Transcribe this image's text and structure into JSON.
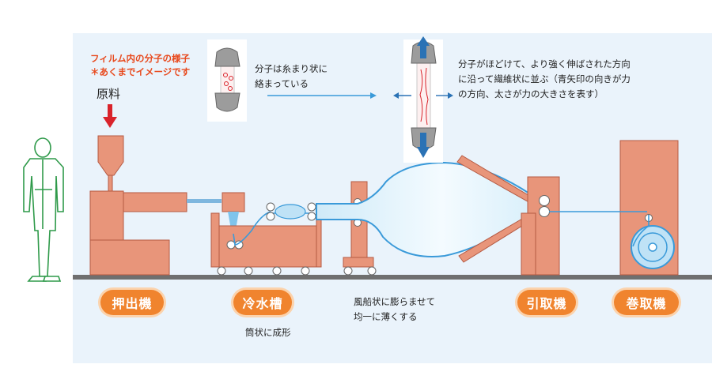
{
  "notes": {
    "red_line1": "フィルム内の分子の様子",
    "red_line2": "＊あくまでイメージです",
    "raw_material": "原料",
    "molecule_tangled_line1": "分子は糸まり状に",
    "molecule_tangled_line2": "絡まっている",
    "molecule_aligned_line1": "分子がほどけて、より強く伸ばされた方向",
    "molecule_aligned_line2": "に沿って繊維状に並ぶ（青矢印の向きが力",
    "molecule_aligned_line3": "の方向、太さが力の大きさを表す）",
    "balloon_line1": "風船状に膨らませて",
    "balloon_line2": "均一に薄くする",
    "tube_forming": "筒状に成形"
  },
  "stages": {
    "extruder": "押出機",
    "cooling_tank": "冷水槽",
    "take_off": "引取機",
    "winder": "巻取機"
  },
  "colors": {
    "machine": "#e8957a",
    "machine_edge": "#b55a43",
    "film": "#bfe2f6",
    "film_edge": "#3a9ad9",
    "label": "#f0842e",
    "arrow_red": "#d9232b",
    "worker": "#2f9a4a"
  }
}
